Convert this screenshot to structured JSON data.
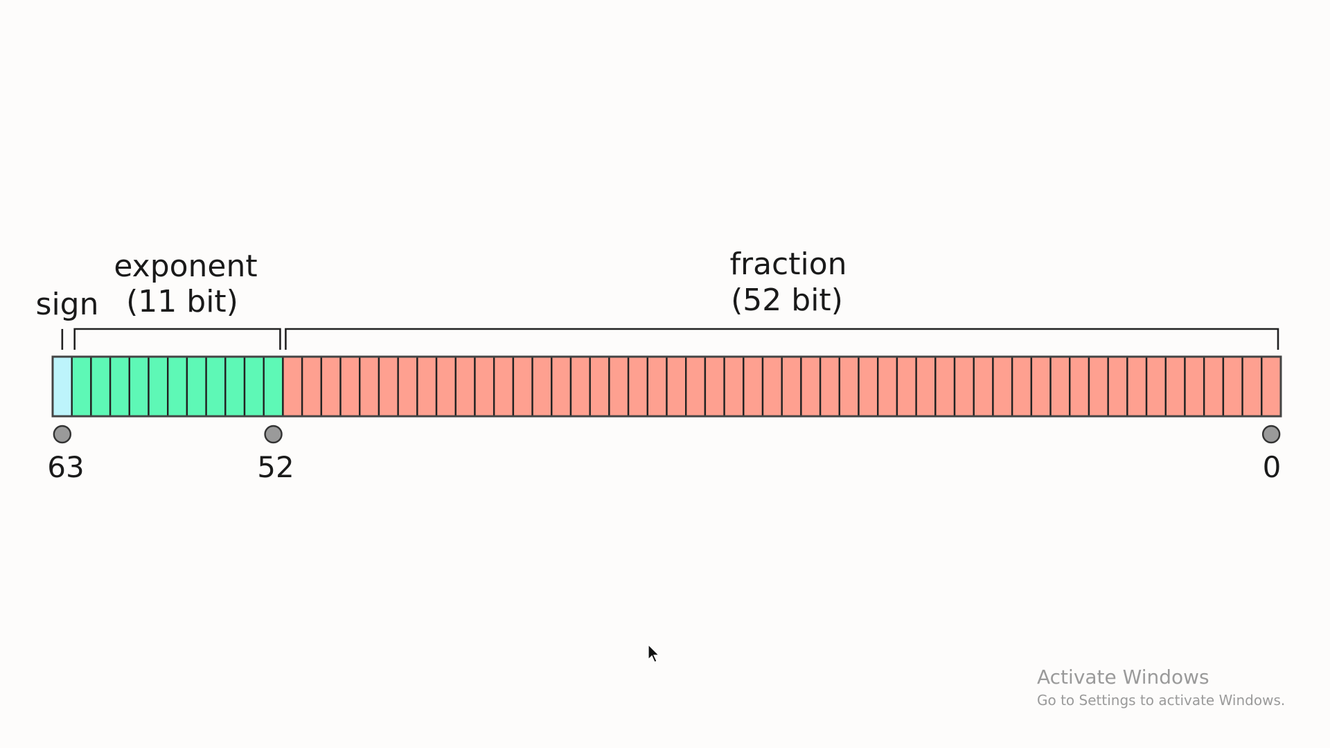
{
  "diagram": {
    "total_bits": 64,
    "fields": [
      {
        "id": "sign",
        "label": "sign",
        "sublabel": "",
        "bits": 1,
        "color": "#bdf4fb"
      },
      {
        "id": "exponent",
        "label": "exponent",
        "sublabel": "(11 bit)",
        "bits": 11,
        "color": "#5ef8b6"
      },
      {
        "id": "fraction",
        "label": "fraction",
        "sublabel": "(52 bit)",
        "bits": 52,
        "color": "#fea090"
      }
    ],
    "bit_markers": [
      "63",
      "52",
      "0"
    ]
  },
  "watermark": {
    "title": "Activate Windows",
    "subtitle": "Go to Settings to activate Windows."
  },
  "colors": {
    "background": "#fdfcfb",
    "outline": "#222222",
    "marker_fill": "#9a9a9a"
  }
}
